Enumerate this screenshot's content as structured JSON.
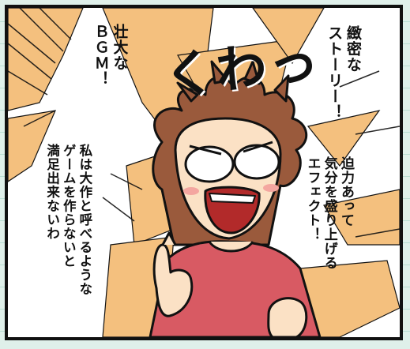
{
  "sfx": "くわっ",
  "bubble_story": [
    "緻密な",
    "ストーリー！"
  ],
  "bubble_bgm": [
    "壮大な",
    "ＢＧＭ！"
  ],
  "bubble_effect": [
    "迫力あって",
    "気分を盛り上げる",
    "エフェクト！"
  ],
  "bubble_game": [
    "私は大作と呼べるような",
    "ゲームを作らないと",
    "満足出来ないわ"
  ],
  "colors": {
    "panel_border": "#111111",
    "speed_lines_bg": "#f4c07e",
    "hair": "#9a5a3c",
    "shirt": "#d85a63",
    "skin": "#fbe1c5",
    "page_bg": "#dff0ea"
  }
}
